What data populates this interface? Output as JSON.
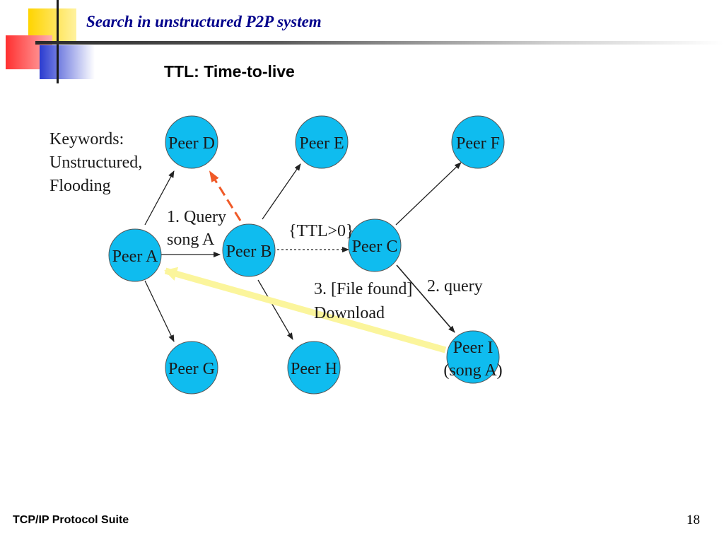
{
  "slide": {
    "title": "Search in unstructured P2P system",
    "subtitle": "TTL: Time-to-live",
    "footer": "TCP/IP Protocol Suite",
    "page_number": "18"
  },
  "diagram": {
    "keywords": [
      "Keywords:",
      "Unstructured,",
      "Flooding"
    ],
    "peers": [
      {
        "id": "a",
        "label": "Peer A"
      },
      {
        "id": "b",
        "label": "Peer B"
      },
      {
        "id": "c",
        "label": "Peer C"
      },
      {
        "id": "d",
        "label": "Peer D"
      },
      {
        "id": "e",
        "label": "Peer E"
      },
      {
        "id": "f",
        "label": "Peer F"
      },
      {
        "id": "g",
        "label": "Peer G"
      },
      {
        "id": "h",
        "label": "Peer H"
      },
      {
        "id": "i",
        "label": "Peer I",
        "sublabel": "(song A)"
      }
    ],
    "annotations": {
      "query_1": [
        "1. Query",
        "song A"
      ],
      "ttl": "{TTL>0}",
      "query_2": "2. query",
      "found": [
        "3. [File found]",
        "Download"
      ]
    },
    "colors": {
      "peer_fill": "#0fbcef",
      "download_arrow": "#fbf59c",
      "reply_arrow": "#f05a28",
      "title": "#00008b"
    }
  }
}
